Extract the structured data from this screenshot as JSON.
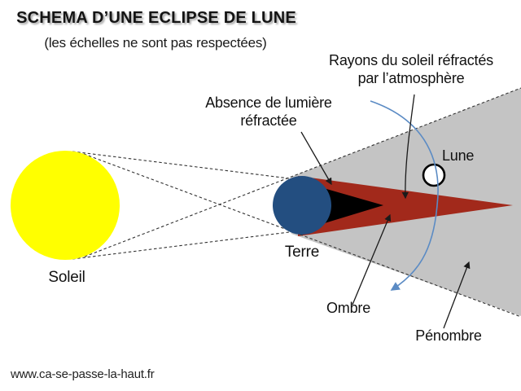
{
  "title": "SCHEMA D’UNE ECLIPSE DE LUNE",
  "subtitle": "(les échelles ne sont pas respectées)",
  "labels": {
    "rayons_line1": "Rayons du soleil réfractés",
    "rayons_line2": "par l’atmosphère",
    "absence_line1": "Absence de lumière",
    "absence_line2": "réfractée",
    "lune": "Lune",
    "terre": "Terre",
    "soleil": "Soleil",
    "ombre": "Ombre",
    "penombre": "Pénombre"
  },
  "footer": {
    "website": "www.ca-se-passe-la-haut.fr"
  },
  "colors": {
    "sun": "#FFFF00",
    "earth": "#234E80",
    "umbra": "#000000",
    "refracted_light": "#A2291B",
    "penumbra": "#C4C4C4",
    "moon_fill": "#FFFFFF",
    "moon_stroke": "#000000",
    "trajectory_arc": "#5B8BC4",
    "annotation_line": "#1A1A1A",
    "tangent_line": "#333333"
  }
}
